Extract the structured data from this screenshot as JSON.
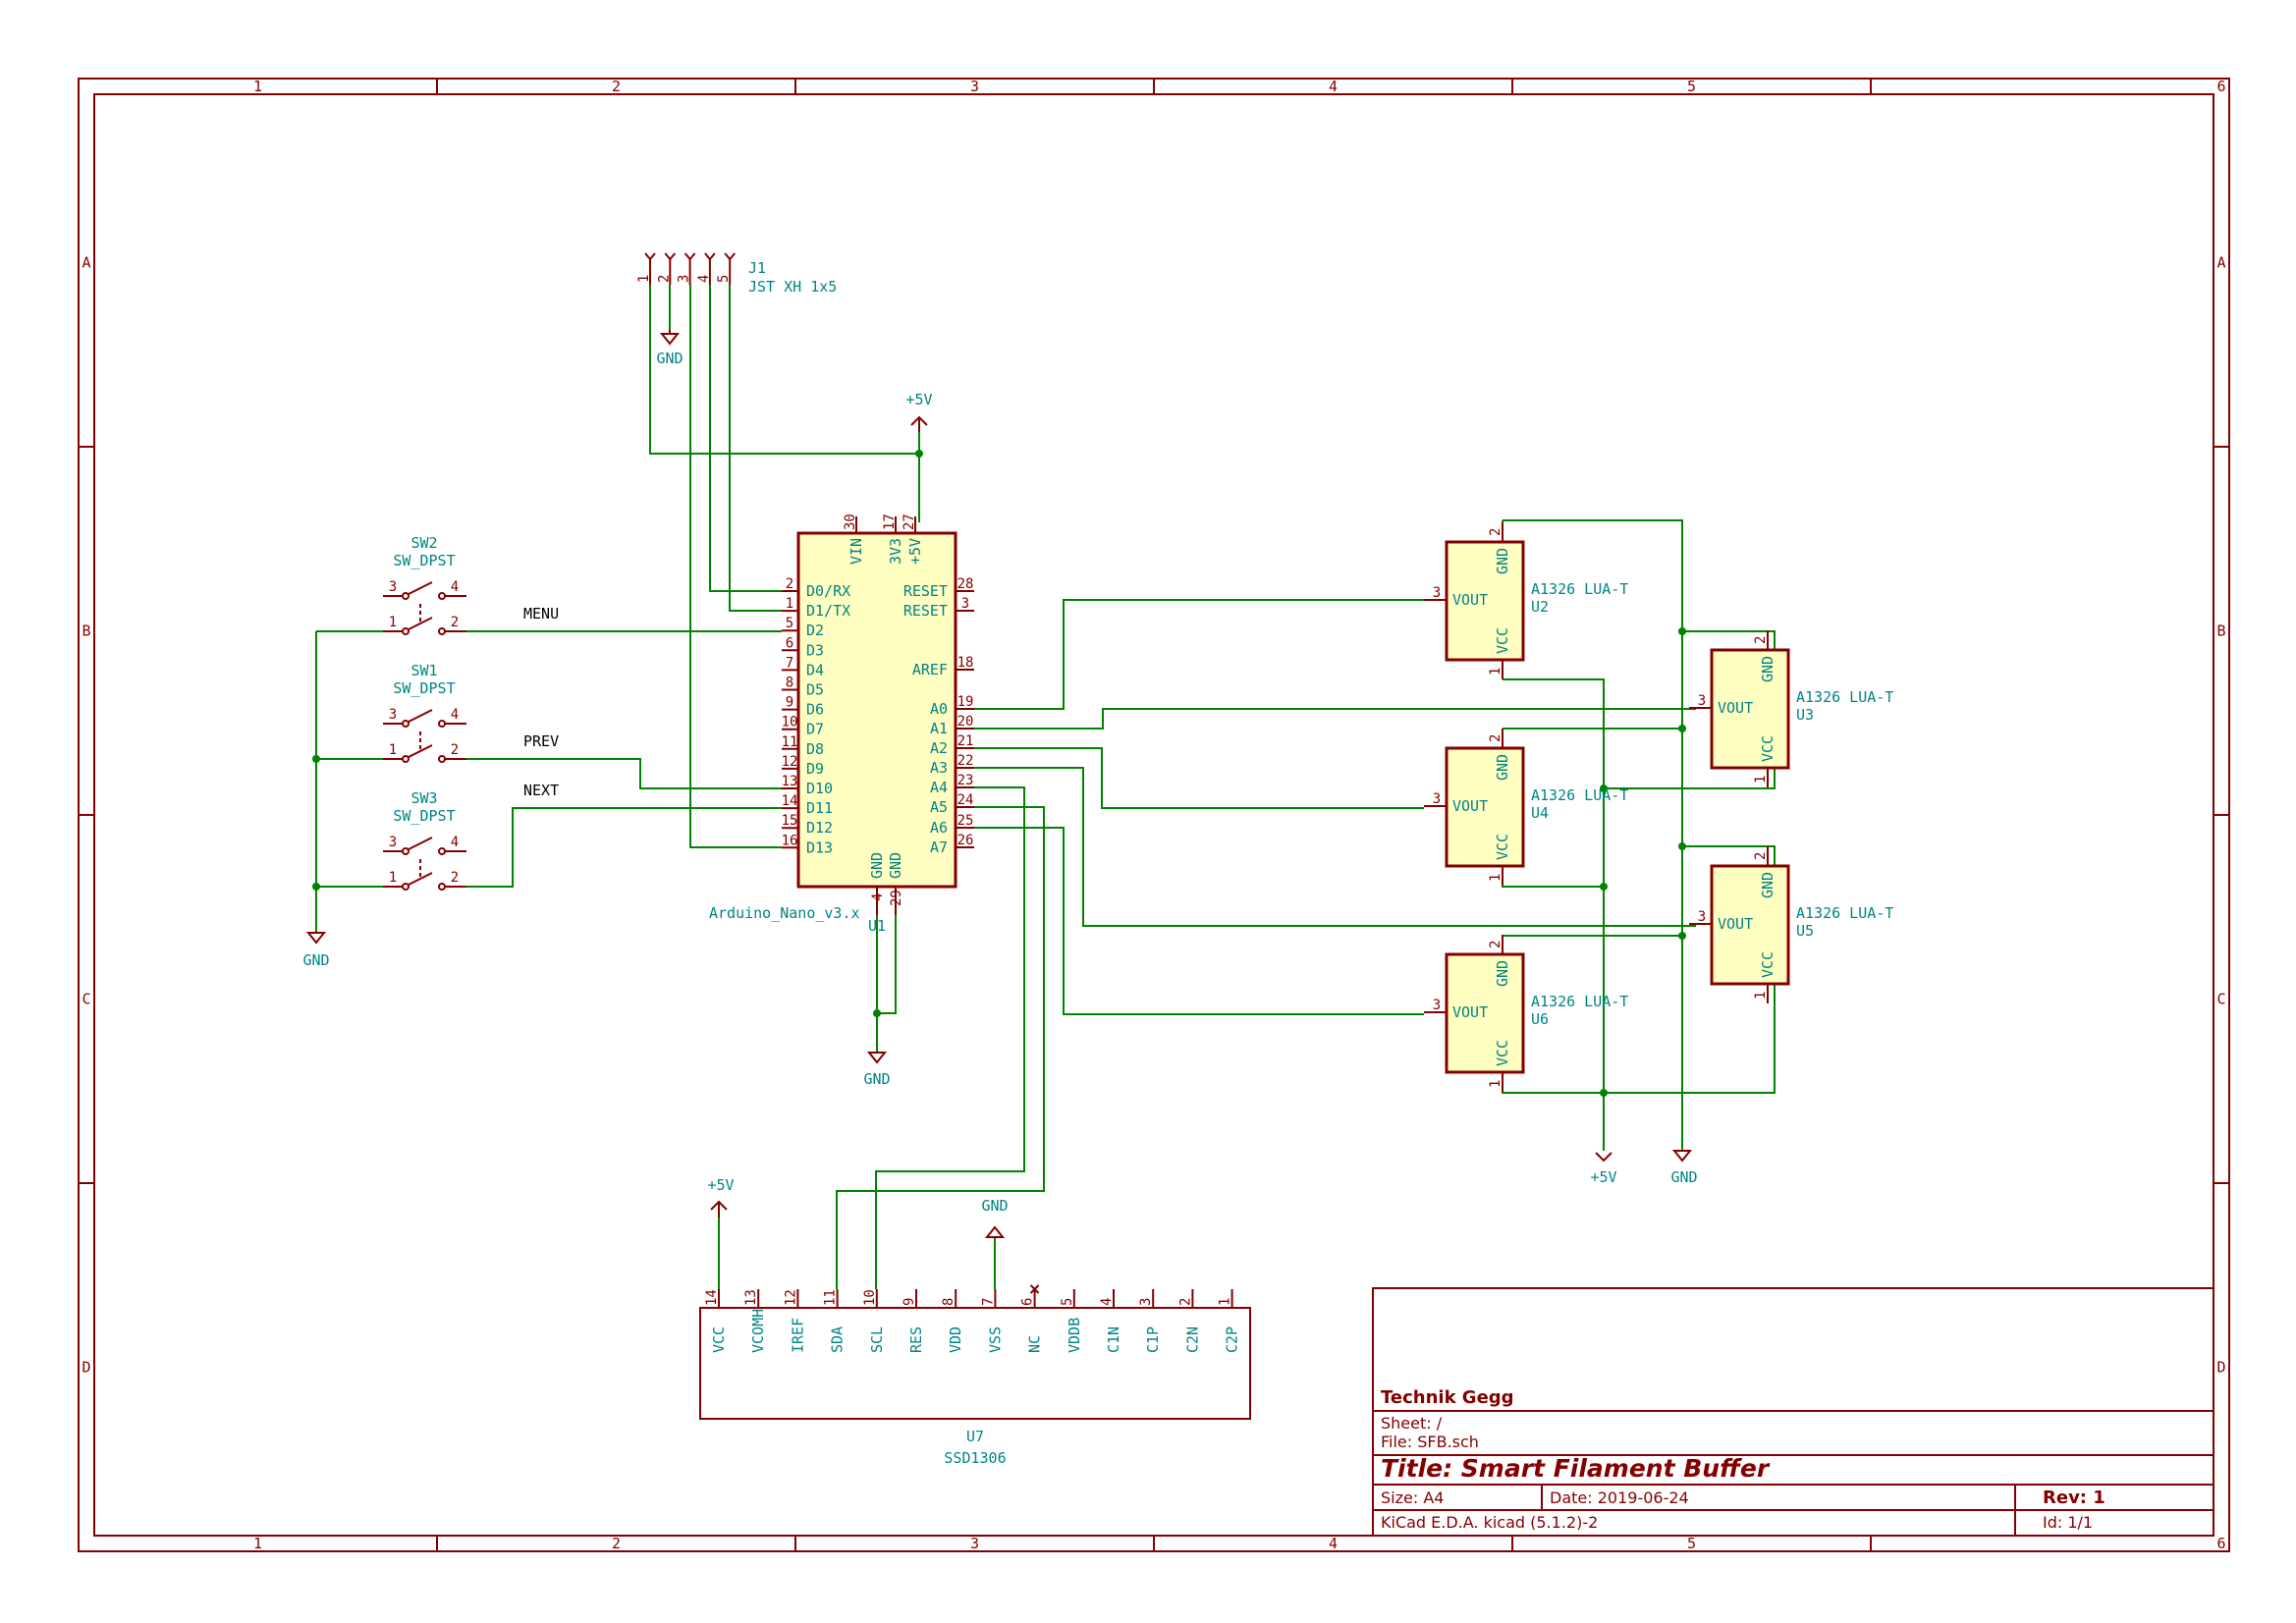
{
  "frame": {
    "columns": [
      "1",
      "2",
      "3",
      "4",
      "5",
      "6"
    ],
    "rows": [
      "A",
      "B",
      "C",
      "D"
    ]
  },
  "title_block": {
    "company": "Technik Gegg",
    "sheet": "Sheet: /",
    "file": "File: SFB.sch",
    "title": "Title: Smart Filament Buffer",
    "size": "Size: A4",
    "date": "Date: 2019-06-24",
    "rev": "Rev: 1",
    "tool": "KiCad E.D.A.  kicad (5.1.2)-2",
    "id": "Id: 1/1"
  },
  "connector": {
    "ref": "J1",
    "value": "JST XH 1x5",
    "pins": [
      "1",
      "2",
      "3",
      "4",
      "5"
    ]
  },
  "power": {
    "gnd": "GND",
    "vcc": "+5V"
  },
  "switches": [
    {
      "ref": "SW2",
      "value": "SW_DPST",
      "net": "MENU"
    },
    {
      "ref": "SW1",
      "value": "SW_DPST",
      "net": "PREV"
    },
    {
      "ref": "SW3",
      "value": "SW_DPST",
      "net": "NEXT"
    }
  ],
  "switch_pins": [
    "3",
    "4",
    "1",
    "2"
  ],
  "arduino": {
    "ref": "U1",
    "value": "Arduino_Nano_v3.x",
    "top_pins": [
      {
        "name": "VIN",
        "num": "30"
      },
      {
        "name": "3V3",
        "num": "17"
      },
      {
        "name": "+5V",
        "num": "27"
      }
    ],
    "left_pins": [
      {
        "name": "D0/RX",
        "num": "2"
      },
      {
        "name": "D1/TX",
        "num": "1"
      },
      {
        "name": "D2",
        "num": "5"
      },
      {
        "name": "D3",
        "num": "6"
      },
      {
        "name": "D4",
        "num": "7"
      },
      {
        "name": "D5",
        "num": "8"
      },
      {
        "name": "D6",
        "num": "9"
      },
      {
        "name": "D7",
        "num": "10"
      },
      {
        "name": "D8",
        "num": "11"
      },
      {
        "name": "D9",
        "num": "12"
      },
      {
        "name": "D10",
        "num": "13"
      },
      {
        "name": "D11",
        "num": "14"
      },
      {
        "name": "D12",
        "num": "15"
      },
      {
        "name": "D13",
        "num": "16"
      }
    ],
    "right_pins": [
      {
        "name": "RESET",
        "num": "28"
      },
      {
        "name": "RESET",
        "num": "3"
      },
      {
        "name": "AREF",
        "num": "18"
      },
      {
        "name": "A0",
        "num": "19"
      },
      {
        "name": "A1",
        "num": "20"
      },
      {
        "name": "A2",
        "num": "21"
      },
      {
        "name": "A3",
        "num": "22"
      },
      {
        "name": "A4",
        "num": "23"
      },
      {
        "name": "A5",
        "num": "24"
      },
      {
        "name": "A6",
        "num": "25"
      },
      {
        "name": "A7",
        "num": "26"
      }
    ],
    "bottom_pins": [
      {
        "name": "GND",
        "num": "4"
      },
      {
        "name": "GND",
        "num": "29"
      }
    ]
  },
  "sensors": [
    {
      "ref": "U2",
      "value": "A1326 LUA-T"
    },
    {
      "ref": "U3",
      "value": "A1326 LUA-T"
    },
    {
      "ref": "U4",
      "value": "A1326 LUA-T"
    },
    {
      "ref": "U5",
      "value": "A1326 LUA-T"
    },
    {
      "ref": "U6",
      "value": "A1326 LUA-T"
    }
  ],
  "sensor_pins": {
    "gnd": "GND",
    "gnd_num": "2",
    "vout": "VOUT",
    "vout_num": "3",
    "vcc": "VCC",
    "vcc_num": "1"
  },
  "display": {
    "ref": "U7",
    "value": "SSD1306",
    "pins": [
      {
        "name": "VCC",
        "num": "14"
      },
      {
        "name": "VCOMH",
        "num": "13"
      },
      {
        "name": "IREF",
        "num": "12"
      },
      {
        "name": "SDA",
        "num": "11"
      },
      {
        "name": "SCL",
        "num": "10"
      },
      {
        "name": "RES",
        "num": "9"
      },
      {
        "name": "VDD",
        "num": "8"
      },
      {
        "name": "VSS",
        "num": "7"
      },
      {
        "name": "NC",
        "num": "6"
      },
      {
        "name": "VDDB",
        "num": "5"
      },
      {
        "name": "C1N",
        "num": "4"
      },
      {
        "name": "C1P",
        "num": "3"
      },
      {
        "name": "C2N",
        "num": "2"
      },
      {
        "name": "C2P",
        "num": "1"
      }
    ]
  }
}
